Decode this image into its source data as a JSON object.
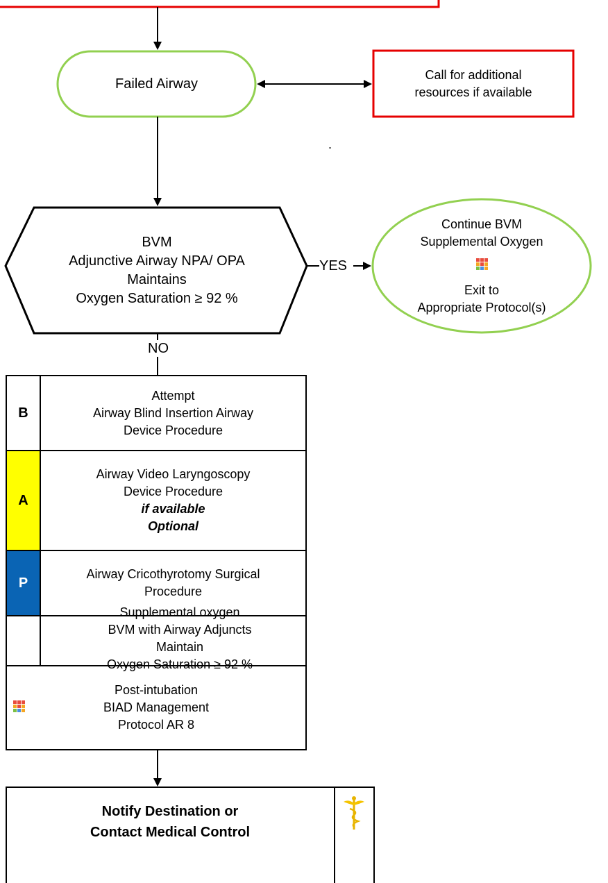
{
  "failed_airway": {
    "label": "Failed Airway"
  },
  "call_resources": {
    "lines": [
      "Call for additional",
      "resources if available"
    ]
  },
  "dot_mark": ".",
  "decision": {
    "lines": [
      "BVM",
      "Adjunctive Airway NPA/ OPA",
      "Maintains",
      "Oxygen Saturation ≥  92 %"
    ]
  },
  "yes_label": "YES",
  "no_label": "NO",
  "continue_bvm": {
    "lines_top": [
      "Continue BVM",
      "Supplemental Oxygen"
    ],
    "lines_bottom": [
      "Exit to",
      "Appropriate Protocol(s)"
    ],
    "icon": "protocol-grid-icon"
  },
  "procedures": [
    {
      "level": "B",
      "color": "#ffffff",
      "lines": [
        "Attempt",
        "Airway Blind Insertion Airway",
        "Device  Procedure"
      ]
    },
    {
      "level": "A",
      "color": "#ffff00",
      "lines": [
        "Airway Video Laryngoscopy",
        "Device Procedure"
      ],
      "emphasis": [
        "if available",
        "Optional"
      ]
    },
    {
      "level": "P",
      "color": "#0a64b4",
      "lines": [
        "Airway Cricothyrotomy Surgical",
        "Procedure"
      ]
    },
    {
      "level": "",
      "color": "#ffffff",
      "lines": [
        "Supplemental oxygen",
        "BVM with Airway Adjuncts",
        "Maintain",
        "Oxygen Saturation ≥  92 %"
      ]
    }
  ],
  "post_intubation": {
    "lines": [
      "Post-intubation",
      "BIAD Management",
      "Protocol AR 8"
    ],
    "icon": "protocol-grid-icon"
  },
  "notify": {
    "lines": [
      "Notify Destination or",
      "Contact Medical Control"
    ],
    "icon": "caduceus-icon"
  },
  "colors": {
    "green_border": "#92d050",
    "red_border": "#e60000",
    "yellow": "#ffff00",
    "blue": "#0a64b4"
  }
}
